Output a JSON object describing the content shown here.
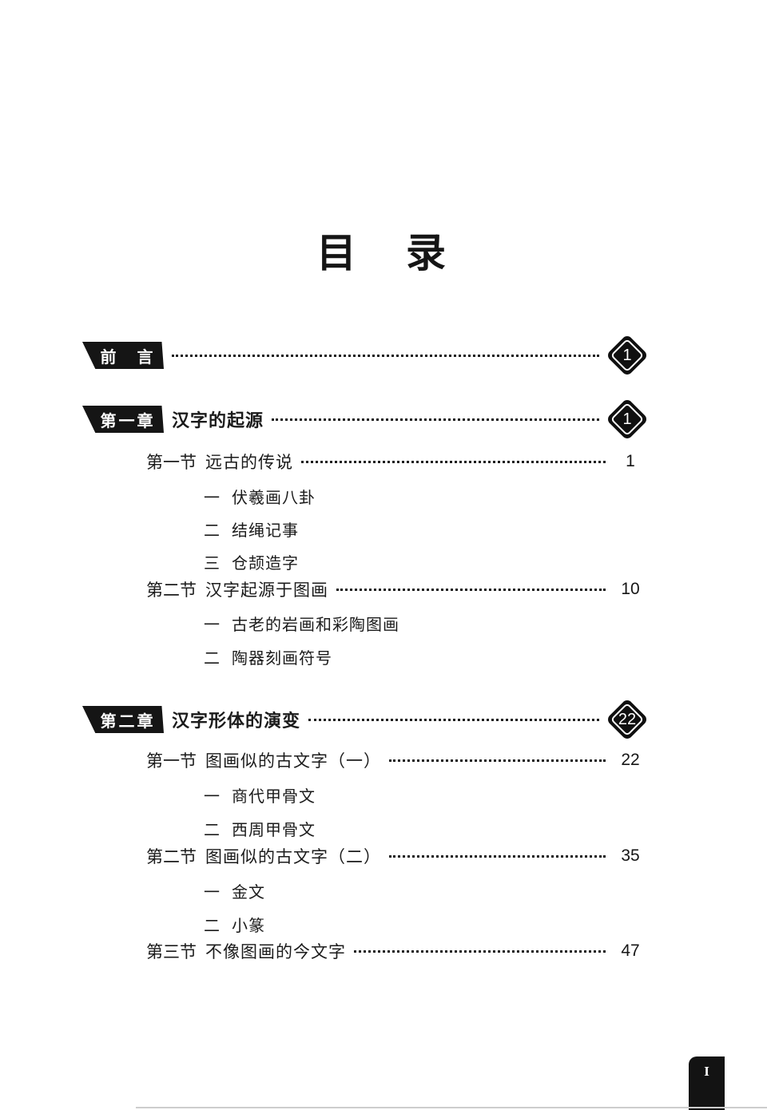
{
  "doc_title": "目　录",
  "preface": {
    "label": "前　言",
    "page": "1"
  },
  "chapters": [
    {
      "label": "第一章",
      "title": "汉字的起源",
      "page": "1",
      "sections": [
        {
          "no": "第一节",
          "title": "远古的传说",
          "page": "1",
          "items": [
            {
              "no": "一",
              "title": "伏羲画八卦"
            },
            {
              "no": "二",
              "title": "结绳记事"
            },
            {
              "no": "三",
              "title": "仓颉造字"
            }
          ]
        },
        {
          "no": "第二节",
          "title": "汉字起源于图画",
          "page": "10",
          "items": [
            {
              "no": "一",
              "title": "古老的岩画和彩陶图画"
            },
            {
              "no": "二",
              "title": "陶器刻画符号"
            }
          ]
        }
      ]
    },
    {
      "label": "第二章",
      "title": "汉字形体的演变",
      "page": "22",
      "sections": [
        {
          "no": "第一节",
          "title": "图画似的古文字（一）",
          "page": "22",
          "items": [
            {
              "no": "一",
              "title": "商代甲骨文"
            },
            {
              "no": "二",
              "title": "西周甲骨文"
            }
          ]
        },
        {
          "no": "第二节",
          "title": "图画似的古文字（二）",
          "page": "35",
          "items": [
            {
              "no": "一",
              "title": "金文"
            },
            {
              "no": "二",
              "title": "小篆"
            }
          ]
        },
        {
          "no": "第三节",
          "title": "不像图画的今文字",
          "page": "47",
          "items": []
        }
      ]
    }
  ],
  "footer": {
    "page_marker": "I"
  },
  "colors": {
    "ink": "#151515",
    "paper": "#ffffff",
    "badge": "#101010"
  }
}
